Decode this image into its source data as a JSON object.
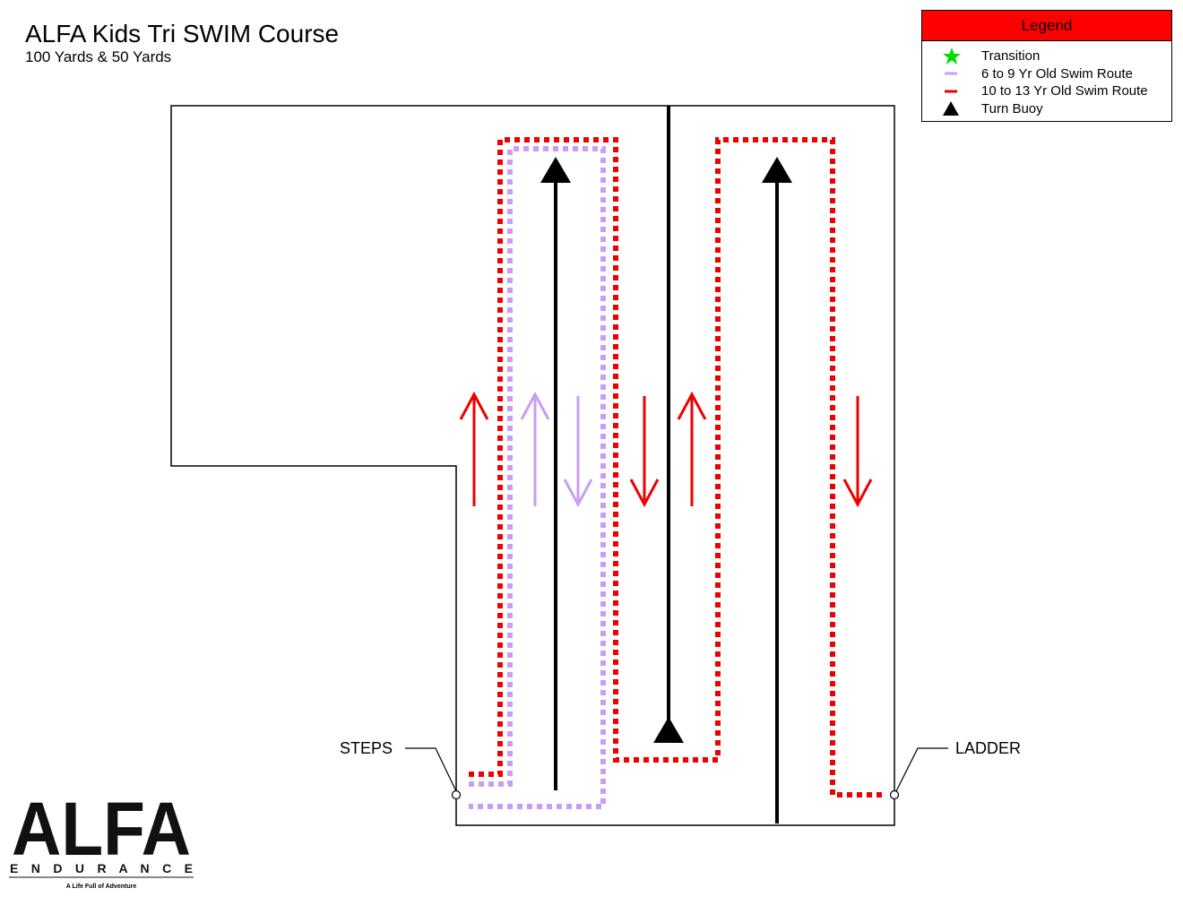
{
  "header": {
    "title": "ALFA Kids Tri SWIM Course",
    "subtitle": "100 Yards & 50 Yards"
  },
  "legend": {
    "title": "Legend",
    "items": [
      {
        "label": "Transition",
        "symbol": "green-star-icon",
        "color": "#00dd00"
      },
      {
        "label": "6 to 9 Yr Old Swim Route",
        "symbol": "lavender-dash-icon",
        "color": "#c89ef5"
      },
      {
        "label": "10 to 13 Yr Old Swim Route",
        "symbol": "red-dash-icon",
        "color": "#ee0000"
      },
      {
        "label": "Turn Buoy",
        "symbol": "black-triangle-icon",
        "color": "#000000"
      }
    ]
  },
  "course": {
    "steps_label": "STEPS",
    "ladder_label": "LADDER",
    "colors": {
      "red_route": "#ee0000",
      "lavender_route": "#c89ef5",
      "lane_line": "#000000",
      "pool_outline": "#000000"
    }
  },
  "logo": {
    "brand": "ALFA",
    "sub": "E N D U R A N C E",
    "tagline": "A Life Full of Adventure"
  }
}
